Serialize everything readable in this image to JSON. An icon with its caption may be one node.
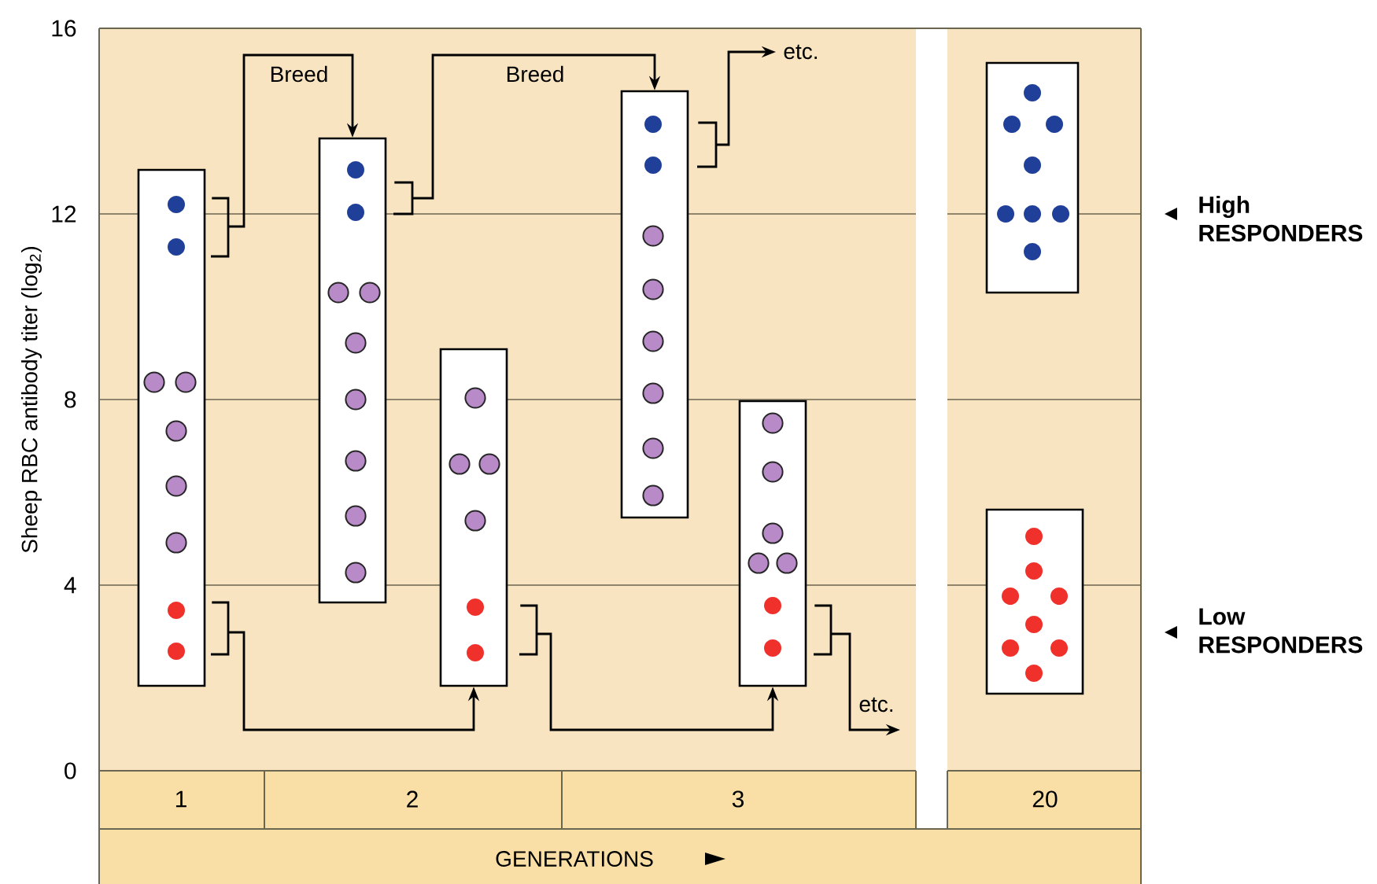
{
  "diagram": {
    "nodes": [
      {
        "text": [],
        "shape": "box"
      },
      {
        "text": [],
        "shape": "box"
      },
      {
        "text": [],
        "shape": "box"
      },
      {
        "text": [],
        "shape": "box"
      },
      {
        "text": [],
        "shape": "box"
      },
      {
        "text": [],
        "shape": "box"
      },
      {
        "text": [],
        "shape": "box"
      }
    ],
    "edges": [
      {
        "from": 0,
        "to": 1,
        "arrow": "to",
        "label": "Breed"
      },
      {
        "from": 1,
        "to": 3,
        "arrow": "to",
        "label": "Breed"
      },
      {
        "from": 3,
        "to": null,
        "arrow": "to",
        "label": "etc."
      },
      {
        "from": 0,
        "to": 2,
        "arrow": "to"
      },
      {
        "from": 2,
        "to": 4,
        "arrow": "to"
      },
      {
        "from": 4,
        "to": null,
        "arrow": "to",
        "label": "etc."
      }
    ],
    "labels": [
      "16",
      "12",
      "Sheep RBC antibody titer (log$_{2}$)",
      "High RESPONDERS",
      "8",
      "4",
      "Low RESPONDERS",
      "0",
      "1",
      "2",
      "3",
      "20",
      "GENERATIONS"
    ]
  }
}
